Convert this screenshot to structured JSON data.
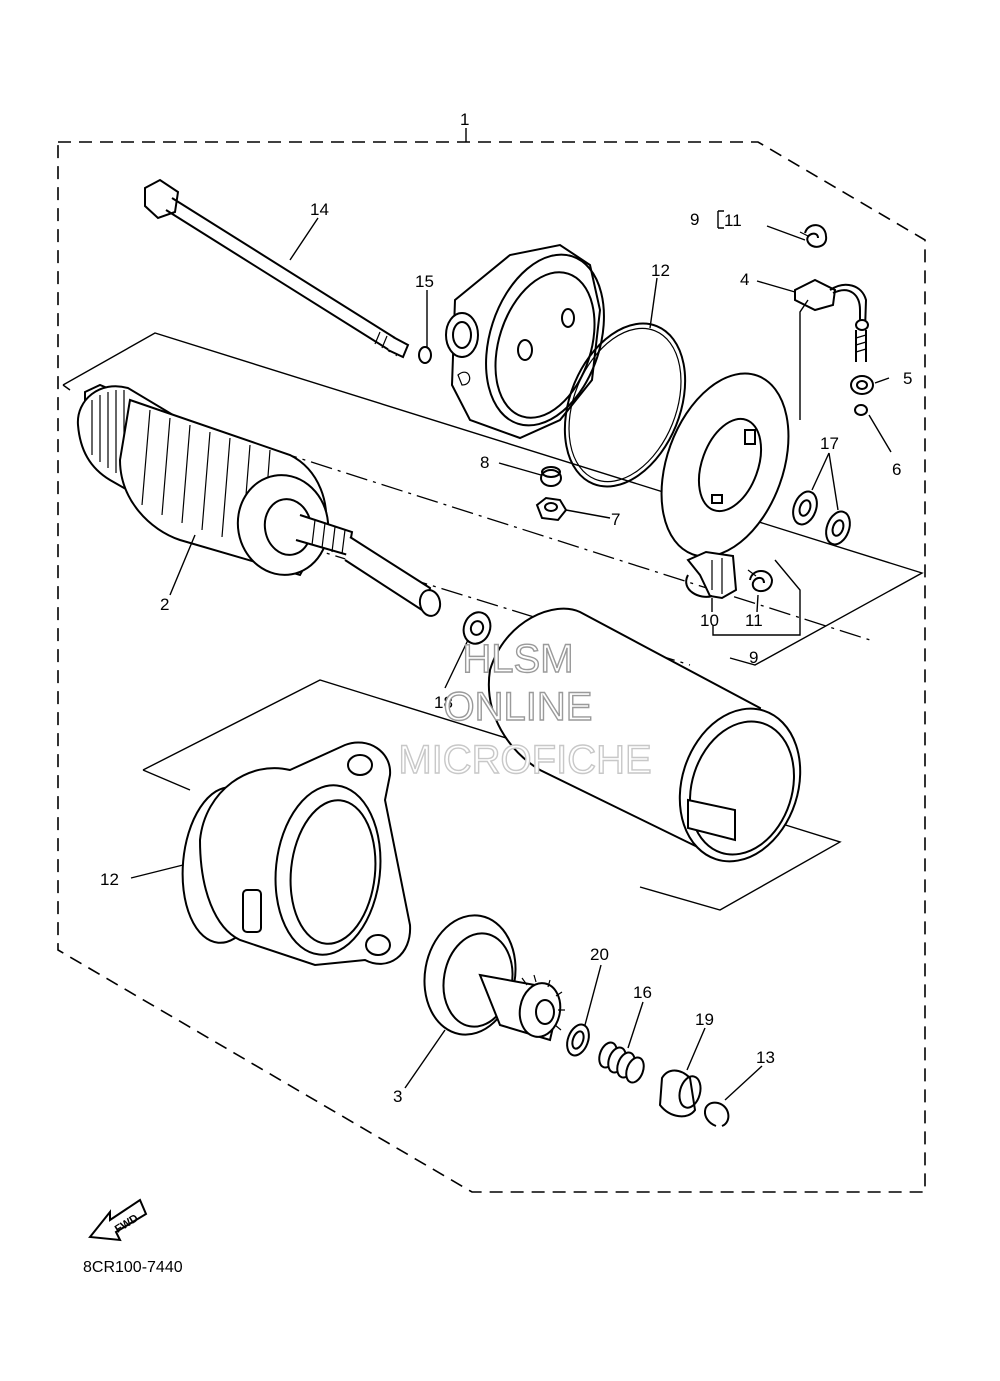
{
  "callouts": [
    {
      "id": "c1",
      "text": "1"
    },
    {
      "id": "c2",
      "text": "2"
    },
    {
      "id": "c3",
      "text": "3"
    },
    {
      "id": "c4",
      "text": "4"
    },
    {
      "id": "c5",
      "text": "5"
    },
    {
      "id": "c6",
      "text": "6"
    },
    {
      "id": "c7",
      "text": "7"
    },
    {
      "id": "c8",
      "text": "8"
    },
    {
      "id": "c9a",
      "text": "9"
    },
    {
      "id": "c9b",
      "text": "9"
    },
    {
      "id": "c10",
      "text": "10"
    },
    {
      "id": "c11a",
      "text": "11"
    },
    {
      "id": "c11b",
      "text": "11"
    },
    {
      "id": "c12a",
      "text": "12"
    },
    {
      "id": "c12b",
      "text": "12"
    },
    {
      "id": "c13",
      "text": "13"
    },
    {
      "id": "c14",
      "text": "14"
    },
    {
      "id": "c15",
      "text": "15"
    },
    {
      "id": "c16",
      "text": "16"
    },
    {
      "id": "c17",
      "text": "17"
    },
    {
      "id": "c18",
      "text": "18"
    },
    {
      "id": "c19",
      "text": "19"
    },
    {
      "id": "c20",
      "text": "20"
    }
  ],
  "watermark": [
    "HLSM",
    "ONLINE",
    "MICROFICHE"
  ],
  "fwd_label": "FWD",
  "diagram_code": "8CR100-7440"
}
